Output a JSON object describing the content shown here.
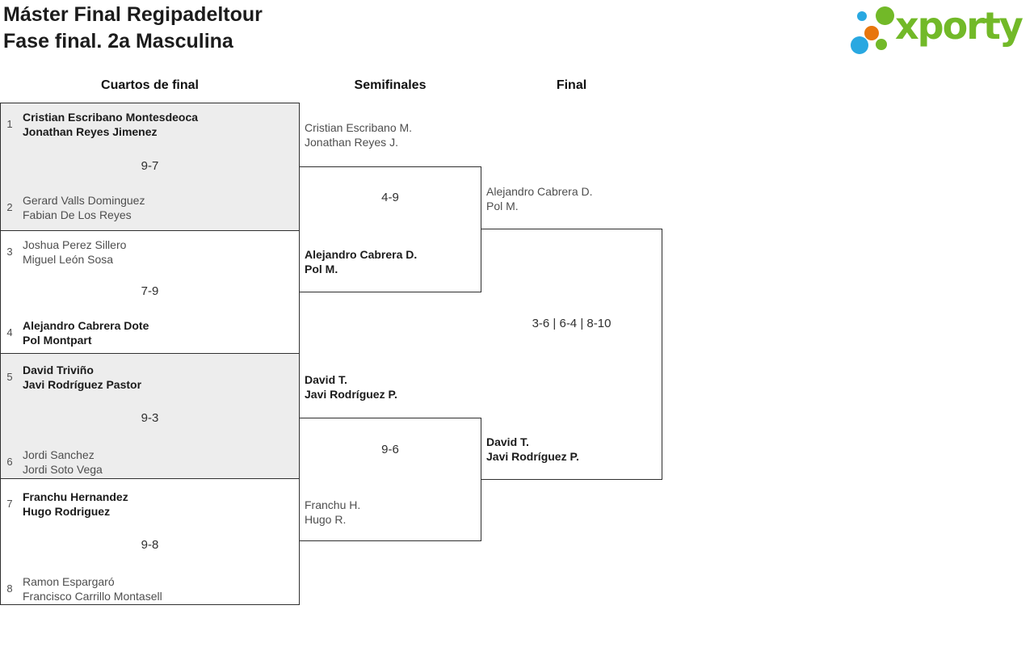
{
  "title": {
    "line1": "Máster Final Regipadeltour",
    "line2": "Fase final. 2a Masculina"
  },
  "logo": {
    "text": "xporty",
    "dot_colors": {
      "blue": "#29a8e1",
      "green": "#72b928",
      "orange": "#e8760d"
    },
    "wordmark_color": "#72b928"
  },
  "columns": [
    {
      "label": "Cuartos de final"
    },
    {
      "label": "Semifinales"
    },
    {
      "label": "Final"
    }
  ],
  "colors": {
    "winner_text": "#1b1b1b",
    "loser_text": "#4e4e4e",
    "line": "#2f2f2f",
    "shaded_box_bg": "#ededed"
  },
  "quarterfinals": [
    {
      "seed_top": "1",
      "team_top": [
        "Cristian Escribano Montesdeoca",
        "Jonathan Reyes Jimenez"
      ],
      "score": "9-7",
      "seed_bottom": "2",
      "team_bottom": [
        "Gerard Valls Dominguez",
        "Fabian De Los Reyes"
      ],
      "winner": "top"
    },
    {
      "seed_top": "3",
      "team_top": [
        "Joshua Perez Sillero",
        "Miguel León Sosa"
      ],
      "score": "7-9",
      "seed_bottom": "4",
      "team_bottom": [
        "Alejandro Cabrera Dote",
        "Pol Montpart"
      ],
      "winner": "bottom"
    },
    {
      "seed_top": "5",
      "team_top": [
        "David Triviño",
        "Javi Rodríguez Pastor"
      ],
      "score": "9-3",
      "seed_bottom": "6",
      "team_bottom": [
        "Jordi Sanchez",
        "Jordi Soto Vega"
      ],
      "winner": "top"
    },
    {
      "seed_top": "7",
      "team_top": [
        "Franchu Hernandez",
        "Hugo Rodriguez"
      ],
      "score": "9-8",
      "seed_bottom": "8",
      "team_bottom": [
        "Ramon Espargaró",
        "Francisco Carrillo Montasell"
      ],
      "winner": "top"
    }
  ],
  "semifinals": [
    {
      "team_top": [
        "Cristian Escribano M.",
        "Jonathan Reyes J."
      ],
      "score": "4-9",
      "team_bottom": [
        "Alejandro Cabrera D.",
        "Pol M."
      ],
      "winner": "bottom"
    },
    {
      "team_top": [
        "David T.",
        "Javi Rodríguez P."
      ],
      "score": "9-6",
      "team_bottom": [
        "Franchu H.",
        "Hugo R."
      ],
      "winner": "top"
    }
  ],
  "final": {
    "team_top": [
      "Alejandro Cabrera D.",
      "Pol M."
    ],
    "score": "3-6 | 6-4 | 8-10",
    "team_bottom": [
      "David T.",
      "Javi Rodríguez P."
    ],
    "winner": "bottom"
  }
}
